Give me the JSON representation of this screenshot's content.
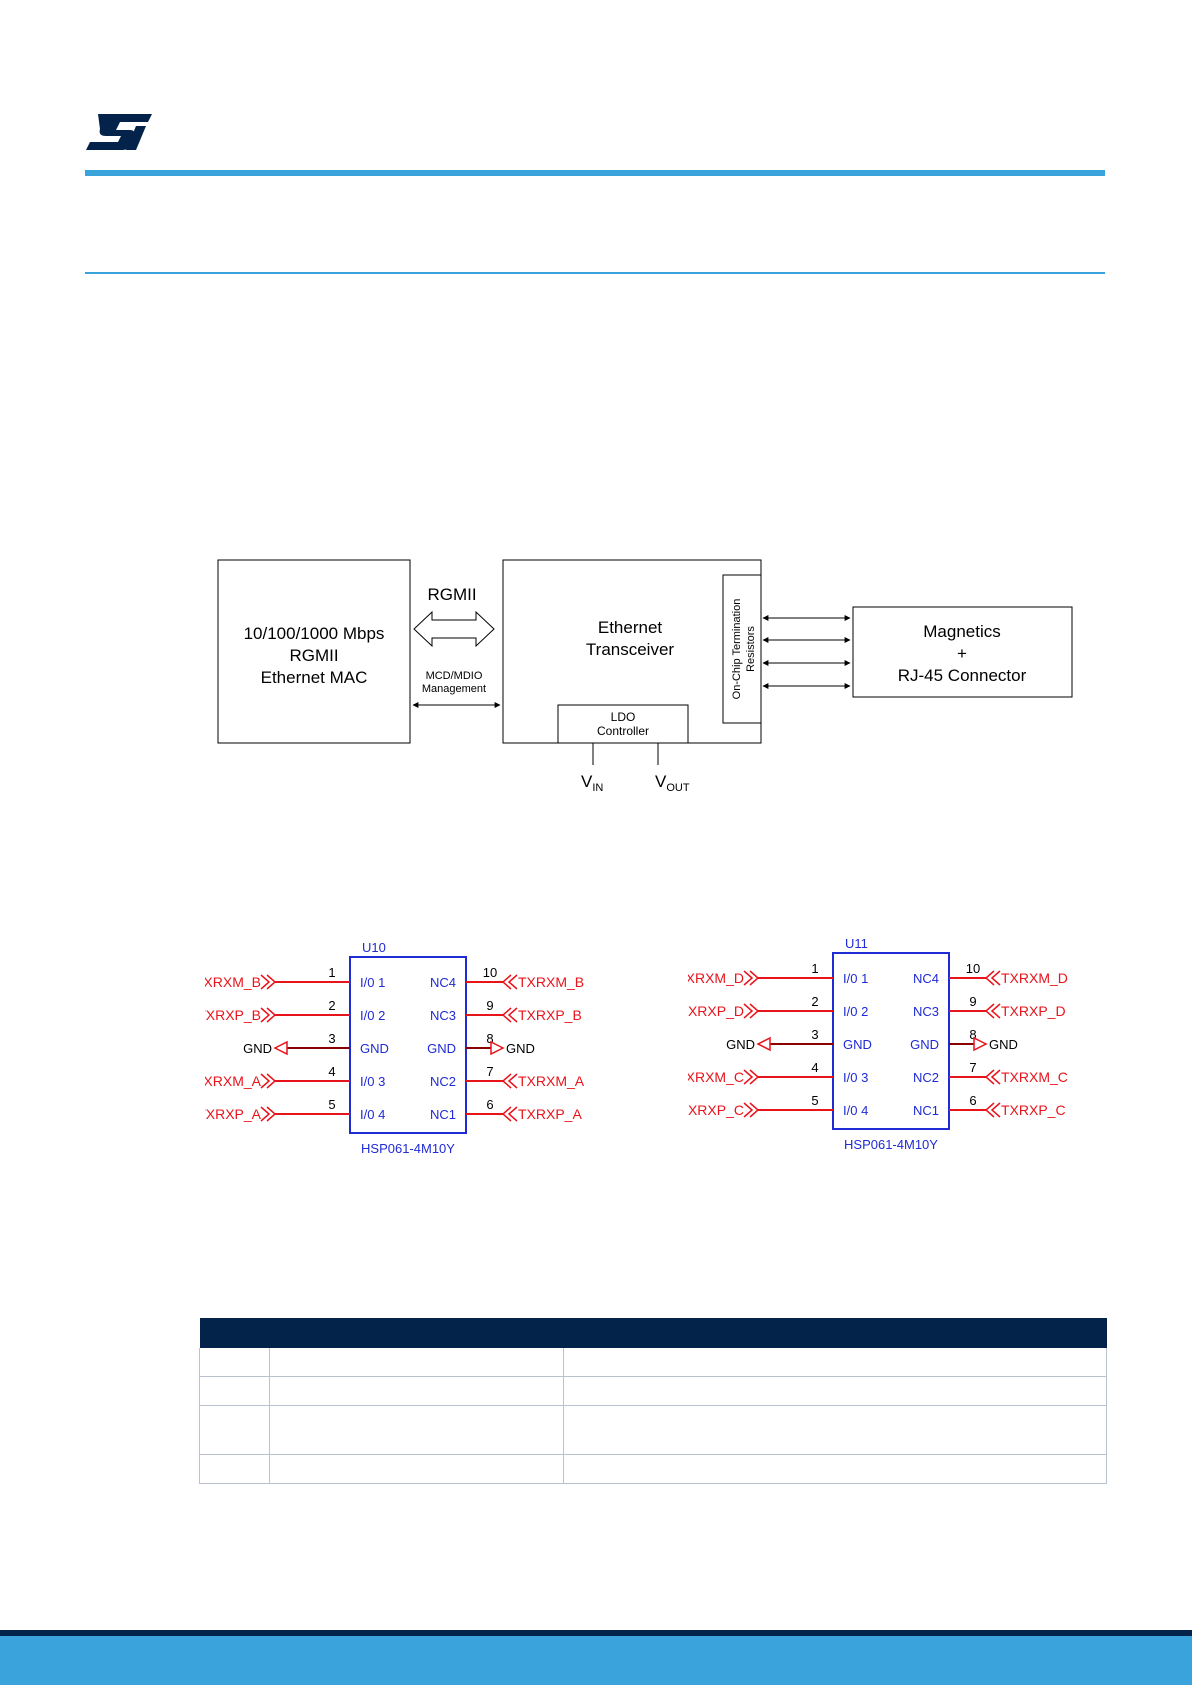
{
  "colors": {
    "brand_blue": "#3aa3dc",
    "navy": "#03234b",
    "schematic_red": "#e8141c",
    "schematic_blue": "#1f2bd4"
  },
  "logo": {
    "name": "st-logo"
  },
  "block_diagram": {
    "mac_line1": "10/100/1000 Mbps",
    "mac_line2": "RGMII",
    "mac_line3": "Ethernet MAC",
    "rgmii": "RGMII",
    "mgmt_line1": "MCD/MDIO",
    "mgmt_line2": "Management",
    "transceiver_line1": "Ethernet",
    "transceiver_line2": "Transceiver",
    "termination_line1": "On-Chip Termination",
    "termination_line2": "Resistors",
    "ldo_line1": "LDO",
    "ldo_line2": "Controller",
    "vin_v": "V",
    "vin_sub": "IN",
    "vout_v": "V",
    "vout_sub": "OUT",
    "magnetics_line1": "Magnetics",
    "magnetics_line2": "+",
    "magnetics_line3": "RJ-45 Connector"
  },
  "schematics": [
    {
      "ref": "U10",
      "part": "HSP061-4M10Y",
      "left_pins": [
        {
          "num": "1",
          "pin": "I/0 1",
          "net": "TXRXM_B"
        },
        {
          "num": "2",
          "pin": "I/0 2",
          "net": "TXRXP_B"
        },
        {
          "num": "3",
          "pin": "GND",
          "net": "GND"
        },
        {
          "num": "4",
          "pin": "I/0 3",
          "net": "TXRXM_A"
        },
        {
          "num": "5",
          "pin": "I/0 4",
          "net": "TXRXP_A"
        }
      ],
      "right_pins": [
        {
          "num": "10",
          "pin": "NC4",
          "net": "TXRXM_B"
        },
        {
          "num": "9",
          "pin": "NC3",
          "net": "TXRXP_B"
        },
        {
          "num": "8",
          "pin": "GND",
          "net": "GND"
        },
        {
          "num": "7",
          "pin": "NC2",
          "net": "TXRXM_A"
        },
        {
          "num": "6",
          "pin": "NC1",
          "net": "TXRXP_A"
        }
      ]
    },
    {
      "ref": "U11",
      "part": "HSP061-4M10Y",
      "left_pins": [
        {
          "num": "1",
          "pin": "I/0 1",
          "net": "TXRXM_D"
        },
        {
          "num": "2",
          "pin": "I/0 2",
          "net": "TXRXP_D"
        },
        {
          "num": "3",
          "pin": "GND",
          "net": "GND"
        },
        {
          "num": "4",
          "pin": "I/0 3",
          "net": "TXRXM_C"
        },
        {
          "num": "5",
          "pin": "I/0 4",
          "net": "TXRXP_C"
        }
      ],
      "right_pins": [
        {
          "num": "10",
          "pin": "NC4",
          "net": "TXRXM_D"
        },
        {
          "num": "9",
          "pin": "NC3",
          "net": "TXRXP_D"
        },
        {
          "num": "8",
          "pin": "GND",
          "net": "GND"
        },
        {
          "num": "7",
          "pin": "NC2",
          "net": "TXRXM_C"
        },
        {
          "num": "6",
          "pin": "NC1",
          "net": "TXRXP_C"
        }
      ]
    }
  ],
  "table": {
    "headers": [
      "",
      "",
      ""
    ],
    "rows": [
      [
        "",
        "",
        ""
      ],
      [
        "",
        "",
        ""
      ],
      [
        "",
        "",
        ""
      ],
      [
        "",
        "",
        ""
      ]
    ]
  }
}
